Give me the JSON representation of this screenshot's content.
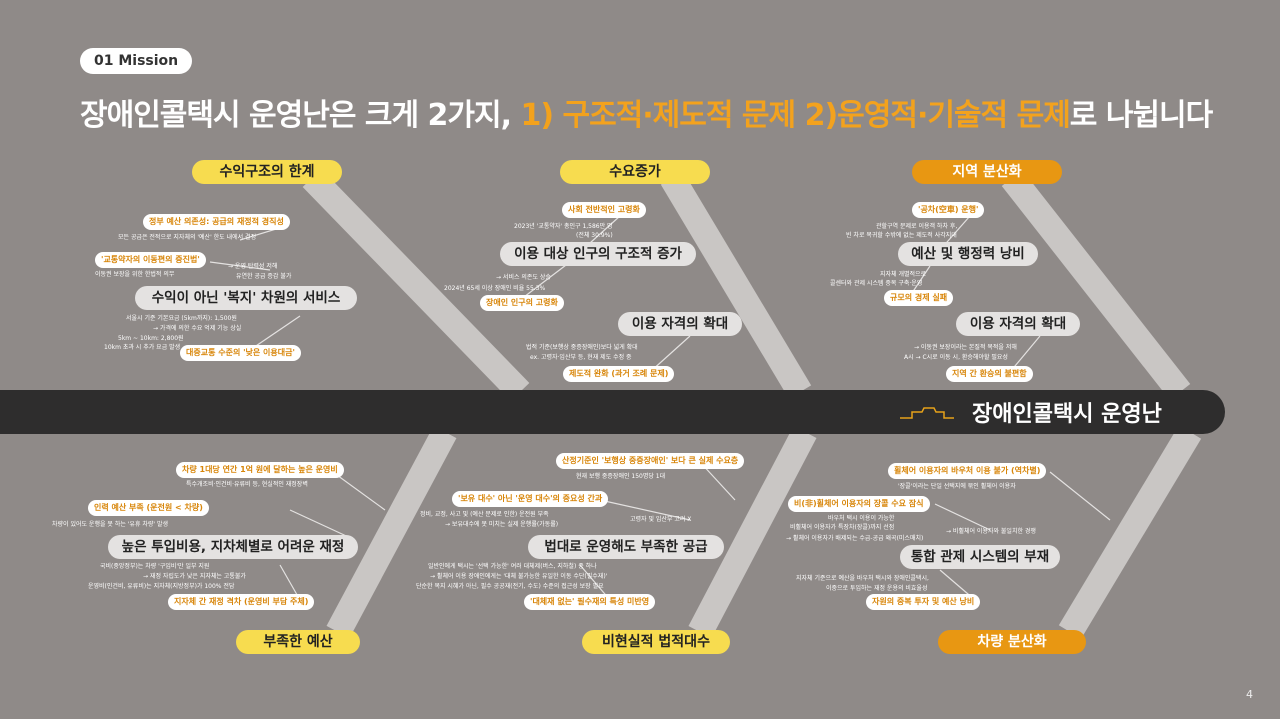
{
  "section_tag": "01 Mission",
  "headline": {
    "part1": "장애인콜택시 운영난은 크게 2가지, ",
    "hl1": "1) 구조적·제도적 문제 2)운영적·기술적 문제",
    "part2": "로 나뉩니다"
  },
  "spine_title": "장애인콜택시 운영난",
  "page_number": "4",
  "colors": {
    "background": "#8f8a88",
    "accent_yellow": "#f7dc4f",
    "accent_orange": "#e89712",
    "spine": "#2e2d2d",
    "bone": "#c9c6c4"
  },
  "icons": {
    "spine_icon": "taxi-outline-icon"
  },
  "top": {
    "cat1": "수익구조의 한계",
    "cat2": "수요증가",
    "cat3": "지역 분산화",
    "c1": {
      "tag1": "정부 예산 의존성: 공급의 재정적 경직성",
      "t1": "모든 공급은 전적으로 지자체의 '예산' 한도 내에서 결정",
      "tag2": "'교통약자의 이동편의 증진법'",
      "t2": "이동권 보장을 위한 한법적 의무",
      "t3a": "→ 운영 탄력성 저해",
      "t3b": "유연한 공급 증감 불가",
      "pill": "수익이 아닌 '복지' 차원의 서비스",
      "t4": "서울시 기준 기본요금 (5km까지): 1,500원",
      "t5": "→ 가격에 의한 수요 억제 기능 상실",
      "t6": "5km ~ 10km: 2,800원",
      "t7": "10km 초과 시 추가 요금 발생",
      "tag3": "대중교통 수준의 '낮은 이용대금'"
    },
    "c2": {
      "tag1": "사회 전반적인 고령화",
      "t1": "2023년 '교통약자' 총인구 1,586만 명",
      "t2": "(전체 30.9%)",
      "pill1": "이용 대상 인구의 구조적 증가",
      "t3": "→ 서비스 의존도 상승",
      "t4": "2024년 65세 이상 장애인 비율 55.3%",
      "tag2": "장애인 인구의 고령화",
      "pill2": "이용 자격의 확대",
      "t5": "법적 기준(보행상 중증장애인)보다 넓게 확대",
      "t6": "ex. 고령자·임산부 등, 현재 제도 수정 중",
      "tag3": "제도적 완화 (과거 조례 문제)"
    },
    "c3": {
      "tag1": "'공차(空車) 운행'",
      "t1": "관할구역 문제로 이용객 하차 후,",
      "t2": "빈 차로 복귀할 수밖에 없는 제도적 사각지대",
      "pill1": "예산 및 행정력 낭비",
      "t3": "지자체 개별적으로",
      "t4": "콜센터와 관제 시스템 중복 구축·운영",
      "tag2": "규모의 경제 실패",
      "pill2": "이용 자격의 확대",
      "t5": "→ 이동권 보장이라는 본질적 목적을 저해",
      "t6": "A시 → C시로 이동 시, 환승해야할 필요성",
      "tag3": "지역 간 환승의 불편함"
    }
  },
  "bottom": {
    "cat1": "부족한 예산",
    "cat2": "비현실적 법적대수",
    "cat3": "차량 분산화",
    "c1": {
      "tag1": "차량 1대당 연간 1억 원에 달하는 높은 운영비",
      "t1": "특수개조비·인건비·유류비 등, 현실적인 재정장벽",
      "tag2": "인력 예산 부족 (운전원 < 차량)",
      "t2": "차량이 있어도 운행을 못 하는 '유휴 차량' 발생",
      "pill": "높은 투입비용, 지차체별로 어려운 재정",
      "t3": "국비(중앙정부)는 차량 '구입비'만 일부 지원",
      "t4": "→ 재정 자립도가 낮은 지자체는 고통불가",
      "t5": "운영비(인건비, 유류비)는 지자체(지방정부)가 100% 전담",
      "tag3": "지자체 간 재정 격차 (운영비 부담 주체)"
    },
    "c2": {
      "tag1": "산정기준인 '보행상 중증장애인' 보다 큰 실제 수요층",
      "t1": "현재 보행 중증장애인 150명당 1대",
      "tag2": "'보유 대수' 아닌 '운영 대수'의 중요성 간과",
      "t2": "정비, 교정, 사고 및 (예산 문제로 인한) 운전원 부족",
      "t3": "→ 보유대수에 못 미치는 실제 운행률(가동률)",
      "t4": "고령자 및 임산부 고려 X",
      "pill": "법대로 운영해도 부족한 공급",
      "t5": "일반인에게 택시는 '선택 가능한' 여러 대체제(버스, 지하철) 중 하나",
      "t6": "→ 휠체어 이용 장애인에게는 '대체 불가능한 유일한 이동 수단(필수재)'",
      "t7": "단순한 복지 시혜가 아닌, 필수 공공재(전기, 수도) 수준의 접근성 보장 필요",
      "tag3": "'대체재 없는' 필수재의 특성 미반영"
    },
    "c3": {
      "tag1": "휠체어 이용자의 바우처 이용 불가 (역차별)",
      "t1": "'장콜'이라는 단일 선택지에 묶인 휠체어 이용자",
      "tag2": "비(非)휠체어 이용자의 장콜 수요 잠식",
      "t2": "바우처 택시 이용이 가능한",
      "t3": "비휠체어 이용자가 특장차(장콜)까지 선점",
      "t4": "→ 휠체어 이용자가 배제되는 수급-공급 왜곡(미스매치)",
      "t5": "→ 비휠체어 이용자와 불일치한 경쟁",
      "pill": "통합 관제 시스템의 부재",
      "t6": "지자체 기준으로 예산을 바우처 택시와 장애인콜택시,",
      "t7": "이중으로 투입하는 재정 운용의 비효율성",
      "tag3": "자원의 중복 투자 및 예산 낭비"
    }
  }
}
